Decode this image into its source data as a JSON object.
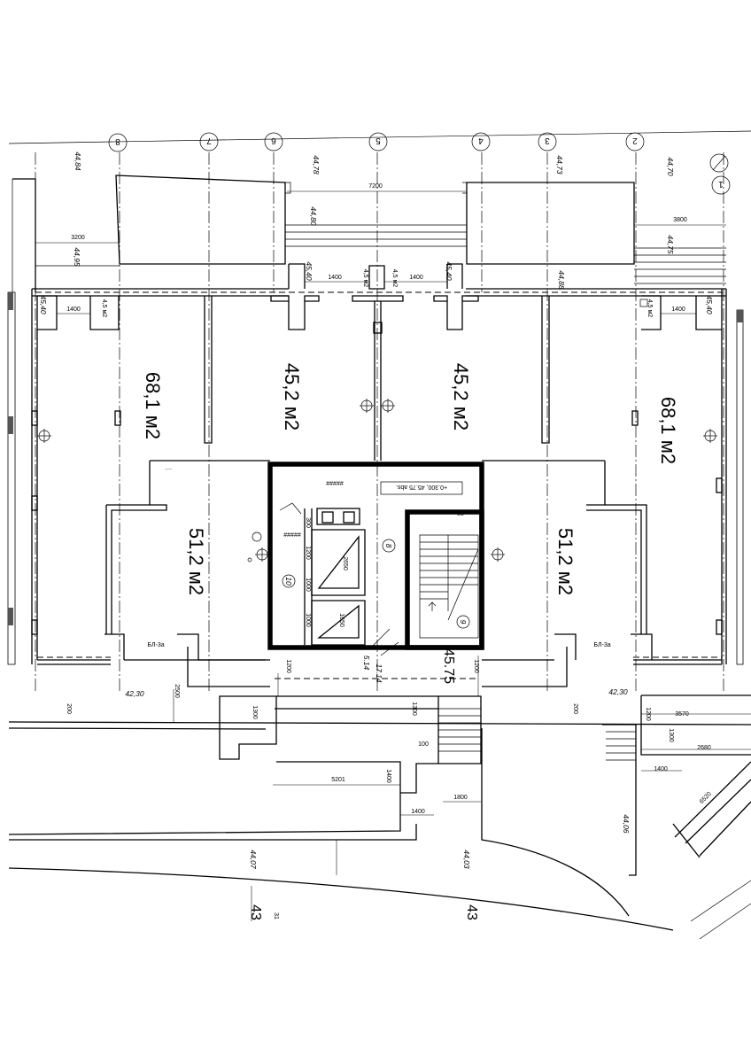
{
  "axes": [
    "8",
    "7",
    "6",
    "5",
    "4",
    "3",
    "2",
    "1"
  ],
  "areas": [
    "68,1 м2",
    "45,2 м2",
    "45,2 м2",
    "68,1 м2",
    "51,2 м2",
    "51,2 м2"
  ],
  "rooms": [
    "10",
    "8",
    "9"
  ],
  "levels": {
    "l1": "44,84",
    "l2": "44,78",
    "l3": "44,73",
    "l4": "44,70",
    "l5": "44,80",
    "l6": "44,95",
    "l7": "44,75",
    "l8": "44,88",
    "l9": "45,40",
    "l10": "45,40",
    "l11": "45,40",
    "l12": "45,40",
    "l13": "42,30",
    "l14": "42,30",
    "l15": "44,07",
    "l16": "44,03",
    "l17": "44,06",
    "l18": "45.75",
    "l19": "17.14",
    "l20": "5.14"
  },
  "marks": {
    "m1": "4,5 м2",
    "m2": "БЛ-3а",
    "m3": "+0.300, 45.75 abs.",
    "m4": "43",
    "m5": "43",
    "m6": "31"
  },
  "dims": {
    "d1": "7200",
    "d2": "3200",
    "d3": "3800",
    "d4": "1400",
    "d5": "1400",
    "d6": "1400",
    "d7": "1400",
    "d8": "5201",
    "d9": "1800",
    "d10": "1400",
    "d11": "1400",
    "d12": "3570",
    "d13": "2680",
    "d14": "1400",
    "d15": "200",
    "d16": "200",
    "d17": "2500",
    "d18": "1200",
    "d19": "1200",
    "d20": "100",
    "d21": "1300",
    "d22": "1300",
    "d23": "2650",
    "d24": "1650",
    "d25": "1000",
    "d26": "1200",
    "d27": "1000",
    "d28": "300",
    "d29": "80",
    "d30": "6520",
    "d31": "1300",
    "d32": "1200"
  }
}
